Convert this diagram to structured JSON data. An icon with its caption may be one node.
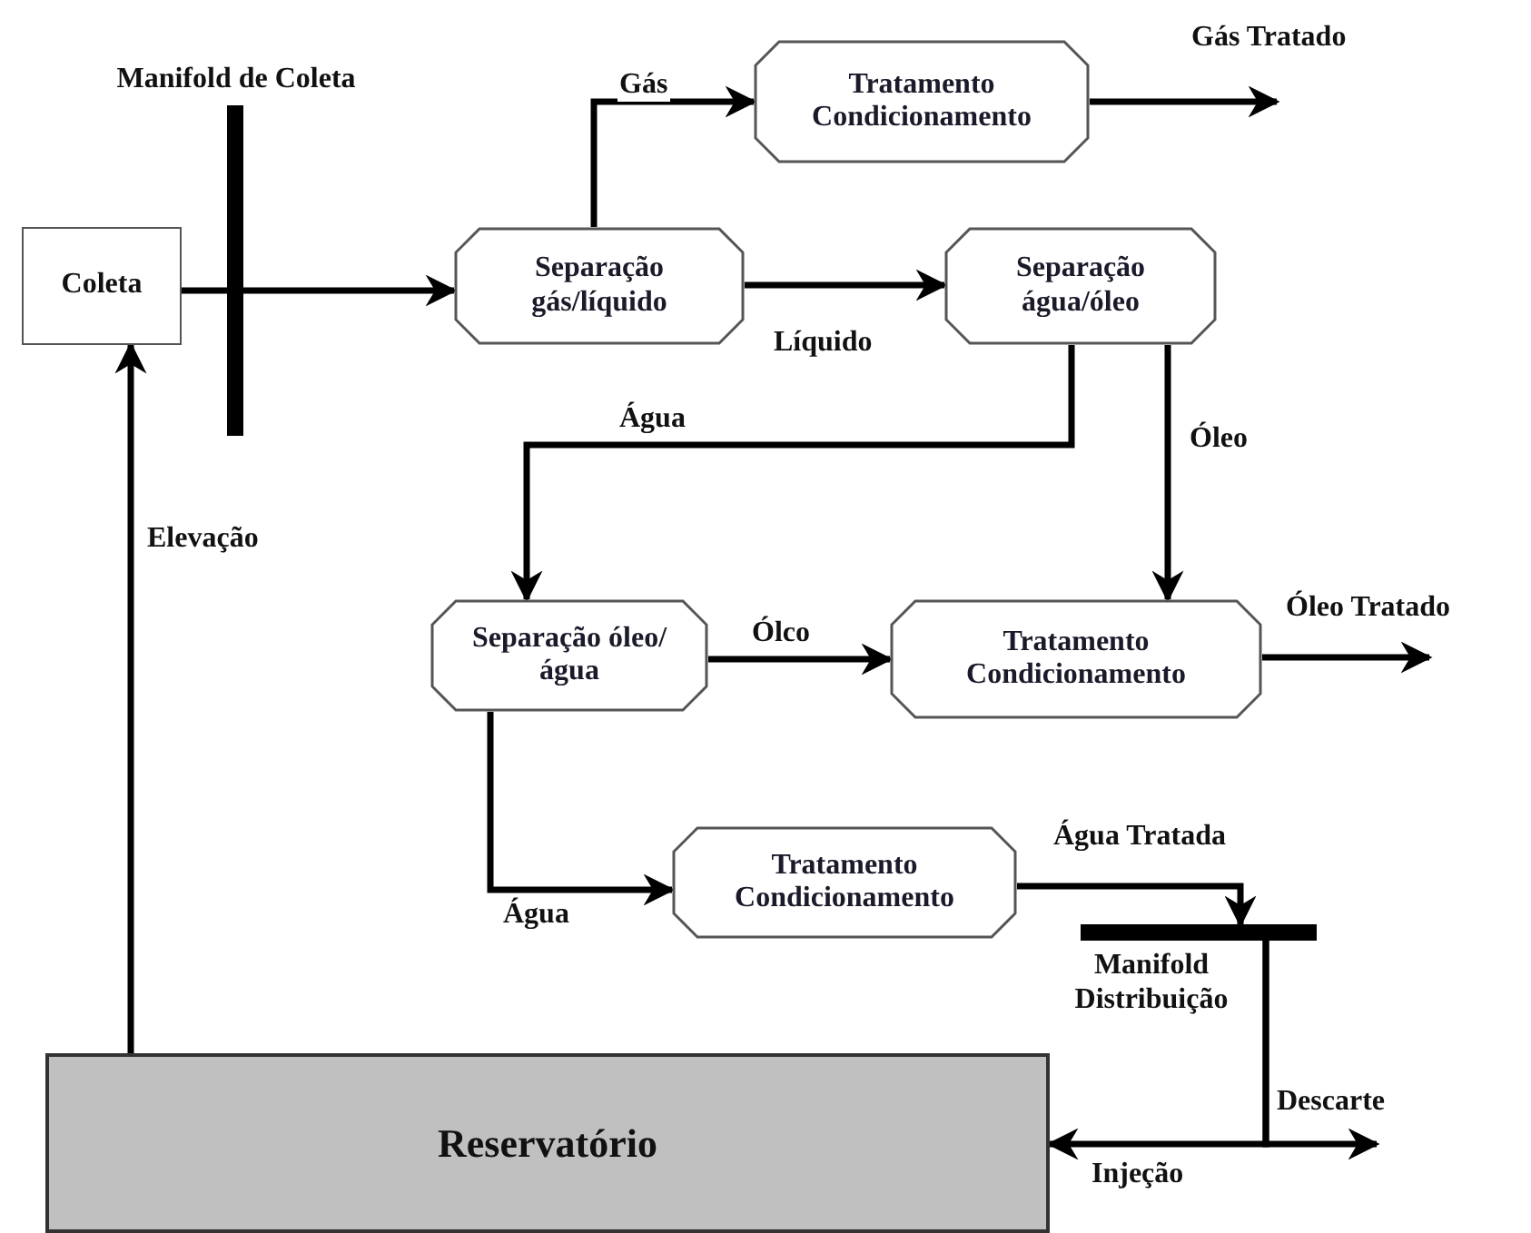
{
  "diagram": {
    "nodes": [
      {
        "text": [
          "Coleta"
        ]
      },
      {
        "text": [],
        "shape": "bar",
        "beside": [
          "Manifold de Coleta"
        ]
      },
      {
        "text": [
          "Separação gás/líquido"
        ]
      },
      {
        "text": [
          "Tratamento Condicionamento"
        ]
      },
      {
        "text": [
          "Separação água/óleo"
        ]
      },
      {
        "text": [
          "Separação óleo/água"
        ]
      },
      {
        "text": [
          "Tratamento Condicionamento"
        ]
      },
      {
        "text": [
          "Tratamento Condicionamento"
        ]
      },
      {
        "text": [],
        "shape": "bar",
        "beside": [
          "Manifold Distribuição"
        ]
      },
      {
        "text": [
          "Reservatório"
        ]
      }
    ],
    "edges": [
      {
        "from": 0,
        "to": 1,
        "arrow": "none"
      },
      {
        "from": 1,
        "to": 2,
        "arrow": "to"
      },
      {
        "from": 2,
        "to": 3,
        "arrow": "to",
        "label": "Gás"
      },
      {
        "from": 3,
        "to": null,
        "arrow": "to",
        "label": "Gás Tratado"
      },
      {
        "from": 2,
        "to": 4,
        "arrow": "to",
        "label": "Líquido"
      },
      {
        "from": 4,
        "to": 5,
        "arrow": "to",
        "label": "Água"
      },
      {
        "from": 4,
        "to": 6,
        "arrow": "to",
        "label": "Óleo"
      },
      {
        "from": 5,
        "to": 6,
        "arrow": "to",
        "label": "Ólco"
      },
      {
        "from": 6,
        "to": null,
        "arrow": "to",
        "label": "Óleo Tratado"
      },
      {
        "from": 5,
        "to": 7,
        "arrow": "to",
        "label": "Água"
      },
      {
        "from": 7,
        "to": 8,
        "arrow": "to",
        "label": "Água Tratada"
      },
      {
        "from": 8,
        "to": 9,
        "arrow": "to",
        "label": "Injeção"
      },
      {
        "from": 8,
        "to": null,
        "arrow": "to",
        "label": "Descarte"
      },
      {
        "from": 9,
        "to": 0,
        "arrow": "to",
        "label": "Elevação"
      }
    ]
  }
}
